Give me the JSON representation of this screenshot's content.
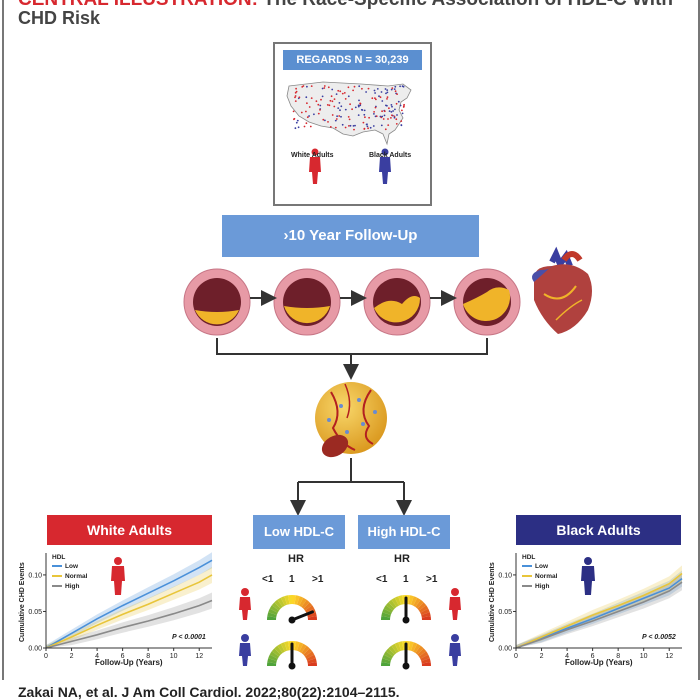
{
  "header": {
    "line1_red": "CENTRAL ILLUSTRATION:",
    "line1_rest": "The Race-Specific Association of HDL-C With",
    "line2": "CHD Risk"
  },
  "study": {
    "title": "REGARDS  N = 30,239",
    "white_label": "White Adults",
    "black_label": "Black Adults"
  },
  "follow_up": "›10 Year Follow-Up",
  "hdl_groups": {
    "low": "Low HDL-C",
    "high": "High HDL-C"
  },
  "hr": {
    "label": "HR",
    "lt1": "<1",
    "one": "1",
    "gt1": ">1"
  },
  "gauges": {
    "low_white": 0.88,
    "low_black": 0.5,
    "high_white": 0.5,
    "high_black": 0.5
  },
  "colors": {
    "white_panel": "#d7282f",
    "black_panel": "#2c2f84",
    "box_blue": "#6b9ad8",
    "series_low": "#4a90d9",
    "series_normal": "#e8c53a",
    "series_high": "#8a8a8a"
  },
  "panels": {
    "white": {
      "title": "White Adults",
      "ylabel": "Cumulative CHD Events",
      "xlabel": "Follow-Up (Years)",
      "p_value": "P < 0.0001"
    },
    "black": {
      "title": "Black Adults",
      "ylabel": "Cumulative CHD Events",
      "xlabel": "Follow-Up (Years)",
      "p_value": "P < 0.0052"
    }
  },
  "chart_data": [
    {
      "type": "line",
      "title": "White Adults",
      "xlabel": "Follow-Up (Years)",
      "ylabel": "Cumulative CHD Events",
      "xlim": [
        0,
        13
      ],
      "ylim": [
        0,
        0.13
      ],
      "xticks": [
        "0",
        "2",
        "4",
        "6",
        "8",
        "10",
        "12"
      ],
      "yticks": [
        "0.00",
        "0.05",
        "0.10"
      ],
      "legend_title": "HDL",
      "x": [
        0,
        2,
        4,
        6,
        8,
        10,
        12,
        13
      ],
      "series": [
        {
          "name": "Low",
          "values": [
            0,
            0.02,
            0.04,
            0.058,
            0.075,
            0.092,
            0.11,
            0.12
          ]
        },
        {
          "name": "Normal",
          "values": [
            0,
            0.015,
            0.031,
            0.046,
            0.06,
            0.075,
            0.09,
            0.1
          ]
        },
        {
          "name": "High",
          "values": [
            0,
            0.009,
            0.018,
            0.028,
            0.037,
            0.047,
            0.058,
            0.065
          ]
        }
      ]
    },
    {
      "type": "line",
      "title": "Black Adults",
      "xlabel": "Follow-Up (Years)",
      "ylabel": "Cumulative CHD Events",
      "xlim": [
        0,
        13
      ],
      "ylim": [
        0,
        0.13
      ],
      "xticks": [
        "0",
        "2",
        "4",
        "6",
        "8",
        "10",
        "12"
      ],
      "yticks": [
        "0.00",
        "0.05",
        "0.10"
      ],
      "legend_title": "HDL",
      "x": [
        0,
        2,
        4,
        6,
        8,
        10,
        12,
        13
      ],
      "series": [
        {
          "name": "Low",
          "values": [
            0,
            0.013,
            0.027,
            0.04,
            0.054,
            0.068,
            0.082,
            0.095
          ]
        },
        {
          "name": "Normal",
          "values": [
            0,
            0.015,
            0.03,
            0.045,
            0.058,
            0.072,
            0.088,
            0.102
          ]
        },
        {
          "name": "High",
          "values": [
            0,
            0.012,
            0.025,
            0.037,
            0.05,
            0.063,
            0.078,
            0.09
          ]
        }
      ]
    }
  ],
  "citation": "Zakai NA, et al. J Am Coll Cardiol. 2022;80(22):2104–2115."
}
